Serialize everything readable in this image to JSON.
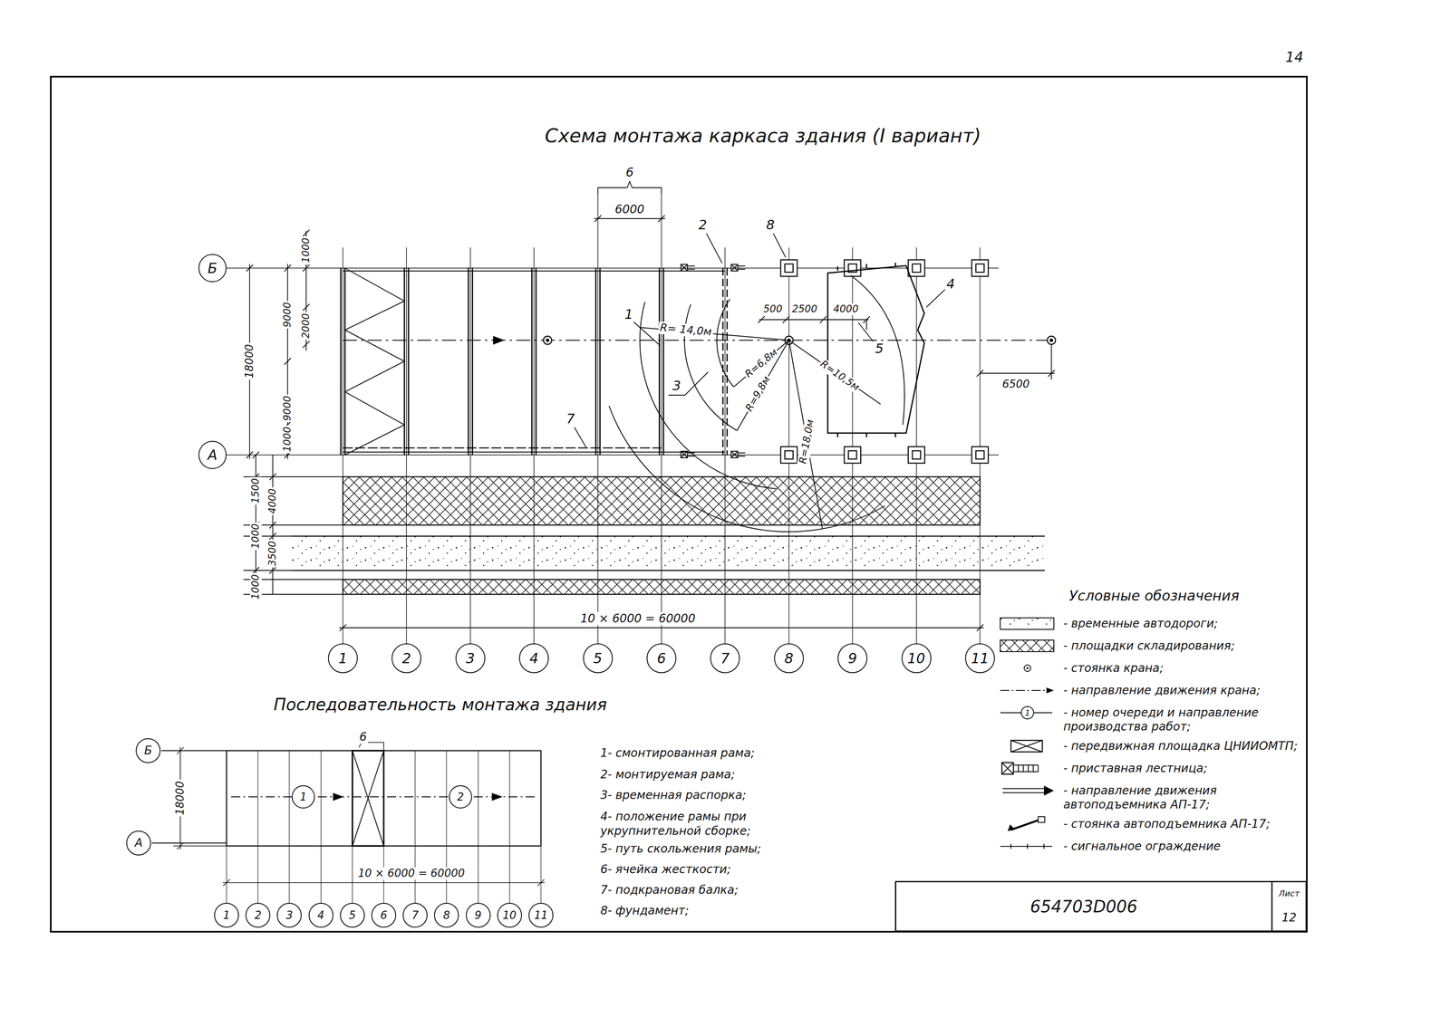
{
  "diagram": {
    "title": "Схема монтажа каркаса здания (I вариант)",
    "nodes": [
      {
        "text": [
          "Б"
        ]
      },
      {
        "text": [
          "А"
        ]
      },
      {
        "text": [
          "1"
        ]
      },
      {
        "text": [
          "2"
        ]
      },
      {
        "text": [
          "3"
        ]
      },
      {
        "text": [
          "4"
        ]
      },
      {
        "text": [
          "5"
        ]
      },
      {
        "text": [
          "6"
        ]
      },
      {
        "text": [
          "7"
        ]
      },
      {
        "text": [
          "8"
        ]
      },
      {
        "text": [
          "9"
        ]
      },
      {
        "text": [
          "10"
        ]
      },
      {
        "text": [
          "11"
        ]
      },
      {
        "text": [
          "Б"
        ]
      },
      {
        "text": [
          "А"
        ]
      },
      {
        "text": [
          "1"
        ]
      },
      {
        "text": [
          "2"
        ]
      },
      {
        "text": [
          "1"
        ]
      },
      {
        "text": [
          "2"
        ]
      },
      {
        "text": [
          "3"
        ]
      },
      {
        "text": [
          "4"
        ]
      },
      {
        "text": [
          "5"
        ]
      },
      {
        "text": [
          "6"
        ]
      },
      {
        "text": [
          "7"
        ]
      },
      {
        "text": [
          "8"
        ]
      },
      {
        "text": [
          "9"
        ]
      },
      {
        "text": [
          "10"
        ]
      },
      {
        "text": [
          "11"
        ]
      },
      {
        "text": [
          "654703D006"
        ]
      },
      {
        "text": [
          "Лист",
          "12"
        ],
        "in": 28
      }
    ],
    "labels": [
      "14",
      "6",
      "6000",
      "2",
      "8",
      "4",
      "500",
      "2500",
      "4000",
      "1",
      "R= 14,0м",
      "R=6,8м",
      "3",
      "R=9,8м",
      "5",
      "R=10,5м",
      "R=18,0м",
      "6500",
      "7",
      "1000",
      "2000",
      "9000",
      "18000",
      "9000",
      "1000",
      "1500",
      "4000",
      "1000",
      "3500",
      "1000",
      "10 × 6000 = 60000",
      "Последовательность монтажа здания",
      "6",
      "18000",
      "10 × 6000 = 60000",
      "1- смонтированная рама;",
      "2- монтируемая рама;",
      "3- временная распорка;",
      "4- положение рамы при укрупнительной сборке;",
      "5- путь скольжения рамы;",
      "6- ячейка жесткости;",
      "7- подкрановая балка;",
      "8- фундамент;",
      "Условные обозначения",
      "1"
    ],
    "legend": [
      {
        "text": "- временные автодороги;"
      },
      {
        "text": "- площадки складирования;"
      },
      {
        "text": "- стоянка крана;"
      },
      {
        "text": "- направление движения крана;"
      },
      {
        "text": "- номер очереди и направление производства работ;"
      },
      {
        "text": "- передвижная площадка ЦНИИОМТП;"
      },
      {
        "text": "- приставная лестница;"
      },
      {
        "text": "- направление движения автоподъемника АП-17;"
      },
      {
        "text": "- стоянка автоподъемника АП-17;"
      },
      {
        "text": "- сигнальное ограждение"
      }
    ]
  }
}
